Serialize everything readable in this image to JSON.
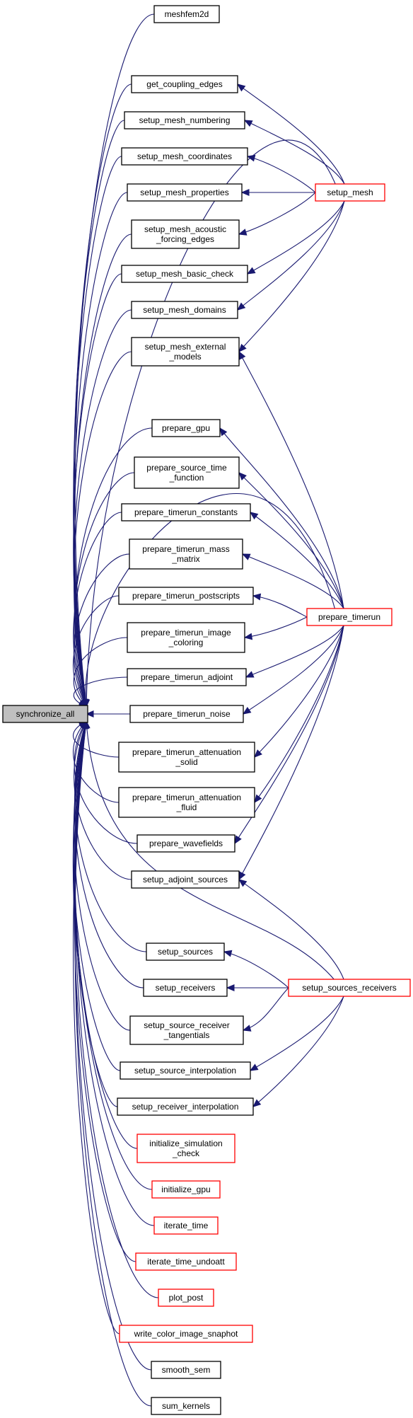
{
  "graph": {
    "root": "synchronize_all",
    "nodes": [
      {
        "id": "synchronize_all",
        "lines": [
          "synchronize_all"
        ],
        "style": "selected"
      },
      {
        "id": "meshfem2d",
        "lines": [
          "meshfem2d"
        ],
        "style": "black"
      },
      {
        "id": "get_coupling_edges",
        "lines": [
          "get_coupling_edges"
        ],
        "style": "black"
      },
      {
        "id": "setup_mesh_numbering",
        "lines": [
          "setup_mesh_numbering"
        ],
        "style": "black"
      },
      {
        "id": "setup_mesh_coordinates",
        "lines": [
          "setup_mesh_coordinates"
        ],
        "style": "black"
      },
      {
        "id": "setup_mesh_properties",
        "lines": [
          "setup_mesh_properties"
        ],
        "style": "black"
      },
      {
        "id": "setup_mesh_acoustic_forcing_edges",
        "lines": [
          "setup_mesh_acoustic",
          "_forcing_edges"
        ],
        "style": "black"
      },
      {
        "id": "setup_mesh_basic_check",
        "lines": [
          "setup_mesh_basic_check"
        ],
        "style": "black"
      },
      {
        "id": "setup_mesh_domains",
        "lines": [
          "setup_mesh_domains"
        ],
        "style": "black"
      },
      {
        "id": "setup_mesh_external_models",
        "lines": [
          "setup_mesh_external",
          "_models"
        ],
        "style": "black"
      },
      {
        "id": "setup_mesh",
        "lines": [
          "setup_mesh"
        ],
        "style": "red"
      },
      {
        "id": "prepare_gpu",
        "lines": [
          "prepare_gpu"
        ],
        "style": "black"
      },
      {
        "id": "prepare_source_time_function",
        "lines": [
          "prepare_source_time",
          "_function"
        ],
        "style": "black"
      },
      {
        "id": "prepare_timerun_constants",
        "lines": [
          "prepare_timerun_constants"
        ],
        "style": "black"
      },
      {
        "id": "prepare_timerun_mass_matrix",
        "lines": [
          "prepare_timerun_mass",
          "_matrix"
        ],
        "style": "black"
      },
      {
        "id": "prepare_timerun_postscripts",
        "lines": [
          "prepare_timerun_postscripts"
        ],
        "style": "black"
      },
      {
        "id": "prepare_timerun_image_coloring",
        "lines": [
          "prepare_timerun_image",
          "_coloring"
        ],
        "style": "black"
      },
      {
        "id": "prepare_timerun_adjoint",
        "lines": [
          "prepare_timerun_adjoint"
        ],
        "style": "black"
      },
      {
        "id": "prepare_timerun_noise",
        "lines": [
          "prepare_timerun_noise"
        ],
        "style": "black"
      },
      {
        "id": "prepare_timerun_attenuation_solid",
        "lines": [
          "prepare_timerun_attenuation",
          "_solid"
        ],
        "style": "black"
      },
      {
        "id": "prepare_timerun_attenuation_fluid",
        "lines": [
          "prepare_timerun_attenuation",
          "_fluid"
        ],
        "style": "black"
      },
      {
        "id": "prepare_wavefields",
        "lines": [
          "prepare_wavefields"
        ],
        "style": "black"
      },
      {
        "id": "setup_adjoint_sources",
        "lines": [
          "setup_adjoint_sources"
        ],
        "style": "black"
      },
      {
        "id": "prepare_timerun",
        "lines": [
          "prepare_timerun"
        ],
        "style": "red"
      },
      {
        "id": "setup_sources",
        "lines": [
          "setup_sources"
        ],
        "style": "black"
      },
      {
        "id": "setup_receivers",
        "lines": [
          "setup_receivers"
        ],
        "style": "black"
      },
      {
        "id": "setup_source_receiver_tangentials",
        "lines": [
          "setup_source_receiver",
          "_tangentials"
        ],
        "style": "black"
      },
      {
        "id": "setup_source_interpolation",
        "lines": [
          "setup_source_interpolation"
        ],
        "style": "black"
      },
      {
        "id": "setup_receiver_interpolation",
        "lines": [
          "setup_receiver_interpolation"
        ],
        "style": "black"
      },
      {
        "id": "setup_sources_receivers",
        "lines": [
          "setup_sources_receivers"
        ],
        "style": "red"
      },
      {
        "id": "initialize_simulation_check",
        "lines": [
          "initialize_simulation",
          "_check"
        ],
        "style": "red"
      },
      {
        "id": "initialize_gpu",
        "lines": [
          "initialize_gpu"
        ],
        "style": "red"
      },
      {
        "id": "iterate_time",
        "lines": [
          "iterate_time"
        ],
        "style": "red"
      },
      {
        "id": "iterate_time_undoatt",
        "lines": [
          "iterate_time_undoatt"
        ],
        "style": "red"
      },
      {
        "id": "plot_post",
        "lines": [
          "plot_post"
        ],
        "style": "red"
      },
      {
        "id": "write_color_image_snaphot",
        "lines": [
          "write_color_image_snaphot"
        ],
        "style": "red"
      },
      {
        "id": "smooth_sem",
        "lines": [
          "smooth_sem"
        ],
        "style": "black"
      },
      {
        "id": "sum_kernels",
        "lines": [
          "sum_kernels"
        ],
        "style": "black"
      }
    ],
    "edges": [
      {
        "from": "meshfem2d",
        "to": "synchronize_all"
      },
      {
        "from": "setup_mesh",
        "to": "synchronize_all"
      },
      {
        "from": "get_coupling_edges",
        "to": "synchronize_all"
      },
      {
        "from": "setup_mesh_numbering",
        "to": "synchronize_all"
      },
      {
        "from": "setup_mesh_coordinates",
        "to": "synchronize_all"
      },
      {
        "from": "setup_mesh_properties",
        "to": "synchronize_all"
      },
      {
        "from": "setup_mesh_acoustic_forcing_edges",
        "to": "synchronize_all"
      },
      {
        "from": "setup_mesh_basic_check",
        "to": "synchronize_all"
      },
      {
        "from": "setup_mesh_domains",
        "to": "synchronize_all"
      },
      {
        "from": "setup_mesh_external_models",
        "to": "synchronize_all"
      },
      {
        "from": "prepare_timerun",
        "to": "synchronize_all"
      },
      {
        "from": "prepare_gpu",
        "to": "synchronize_all"
      },
      {
        "from": "prepare_source_time_function",
        "to": "synchronize_all"
      },
      {
        "from": "prepare_timerun_constants",
        "to": "synchronize_all"
      },
      {
        "from": "prepare_timerun_mass_matrix",
        "to": "synchronize_all"
      },
      {
        "from": "prepare_timerun_postscripts",
        "to": "synchronize_all"
      },
      {
        "from": "prepare_timerun_image_coloring",
        "to": "synchronize_all"
      },
      {
        "from": "prepare_timerun_adjoint",
        "to": "synchronize_all"
      },
      {
        "from": "prepare_timerun_noise",
        "to": "synchronize_all"
      },
      {
        "from": "prepare_timerun_attenuation_solid",
        "to": "synchronize_all"
      },
      {
        "from": "prepare_timerun_attenuation_fluid",
        "to": "synchronize_all"
      },
      {
        "from": "prepare_wavefields",
        "to": "synchronize_all"
      },
      {
        "from": "setup_adjoint_sources",
        "to": "synchronize_all"
      },
      {
        "from": "setup_sources_receivers",
        "to": "synchronize_all"
      },
      {
        "from": "setup_sources",
        "to": "synchronize_all"
      },
      {
        "from": "setup_receivers",
        "to": "synchronize_all"
      },
      {
        "from": "setup_source_receiver_tangentials",
        "to": "synchronize_all"
      },
      {
        "from": "setup_source_interpolation",
        "to": "synchronize_all"
      },
      {
        "from": "setup_receiver_interpolation",
        "to": "synchronize_all"
      },
      {
        "from": "initialize_simulation_check",
        "to": "synchronize_all"
      },
      {
        "from": "initialize_gpu",
        "to": "synchronize_all"
      },
      {
        "from": "iterate_time",
        "to": "synchronize_all"
      },
      {
        "from": "iterate_time_undoatt",
        "to": "synchronize_all"
      },
      {
        "from": "plot_post",
        "to": "synchronize_all"
      },
      {
        "from": "write_color_image_snaphot",
        "to": "synchronize_all"
      },
      {
        "from": "smooth_sem",
        "to": "synchronize_all"
      },
      {
        "from": "sum_kernels",
        "to": "synchronize_all"
      },
      {
        "from": "setup_mesh",
        "to": "get_coupling_edges"
      },
      {
        "from": "setup_mesh",
        "to": "setup_mesh_numbering"
      },
      {
        "from": "setup_mesh",
        "to": "setup_mesh_coordinates"
      },
      {
        "from": "setup_mesh",
        "to": "setup_mesh_properties"
      },
      {
        "from": "setup_mesh",
        "to": "setup_mesh_acoustic_forcing_edges"
      },
      {
        "from": "setup_mesh",
        "to": "setup_mesh_basic_check"
      },
      {
        "from": "setup_mesh",
        "to": "setup_mesh_domains"
      },
      {
        "from": "setup_mesh",
        "to": "setup_mesh_external_models"
      },
      {
        "from": "prepare_timerun",
        "to": "setup_mesh_external_models"
      },
      {
        "from": "prepare_timerun",
        "to": "prepare_gpu"
      },
      {
        "from": "prepare_timerun",
        "to": "prepare_source_time_function"
      },
      {
        "from": "prepare_timerun",
        "to": "prepare_timerun_constants"
      },
      {
        "from": "prepare_timerun",
        "to": "prepare_timerun_mass_matrix"
      },
      {
        "from": "prepare_timerun",
        "to": "prepare_timerun_postscripts"
      },
      {
        "from": "prepare_timerun",
        "to": "prepare_timerun_image_coloring"
      },
      {
        "from": "prepare_timerun",
        "to": "prepare_timerun_adjoint"
      },
      {
        "from": "prepare_timerun",
        "to": "prepare_timerun_noise"
      },
      {
        "from": "prepare_timerun",
        "to": "prepare_timerun_attenuation_solid"
      },
      {
        "from": "prepare_timerun",
        "to": "prepare_timerun_attenuation_fluid"
      },
      {
        "from": "prepare_timerun",
        "to": "prepare_wavefields"
      },
      {
        "from": "prepare_timerun",
        "to": "setup_adjoint_sources"
      },
      {
        "from": "setup_sources_receivers",
        "to": "setup_adjoint_sources"
      },
      {
        "from": "setup_sources_receivers",
        "to": "setup_sources"
      },
      {
        "from": "setup_sources_receivers",
        "to": "setup_receivers"
      },
      {
        "from": "setup_sources_receivers",
        "to": "setup_source_receiver_tangentials"
      },
      {
        "from": "setup_sources_receivers",
        "to": "setup_source_interpolation"
      },
      {
        "from": "setup_sources_receivers",
        "to": "setup_receiver_interpolation"
      }
    ]
  }
}
